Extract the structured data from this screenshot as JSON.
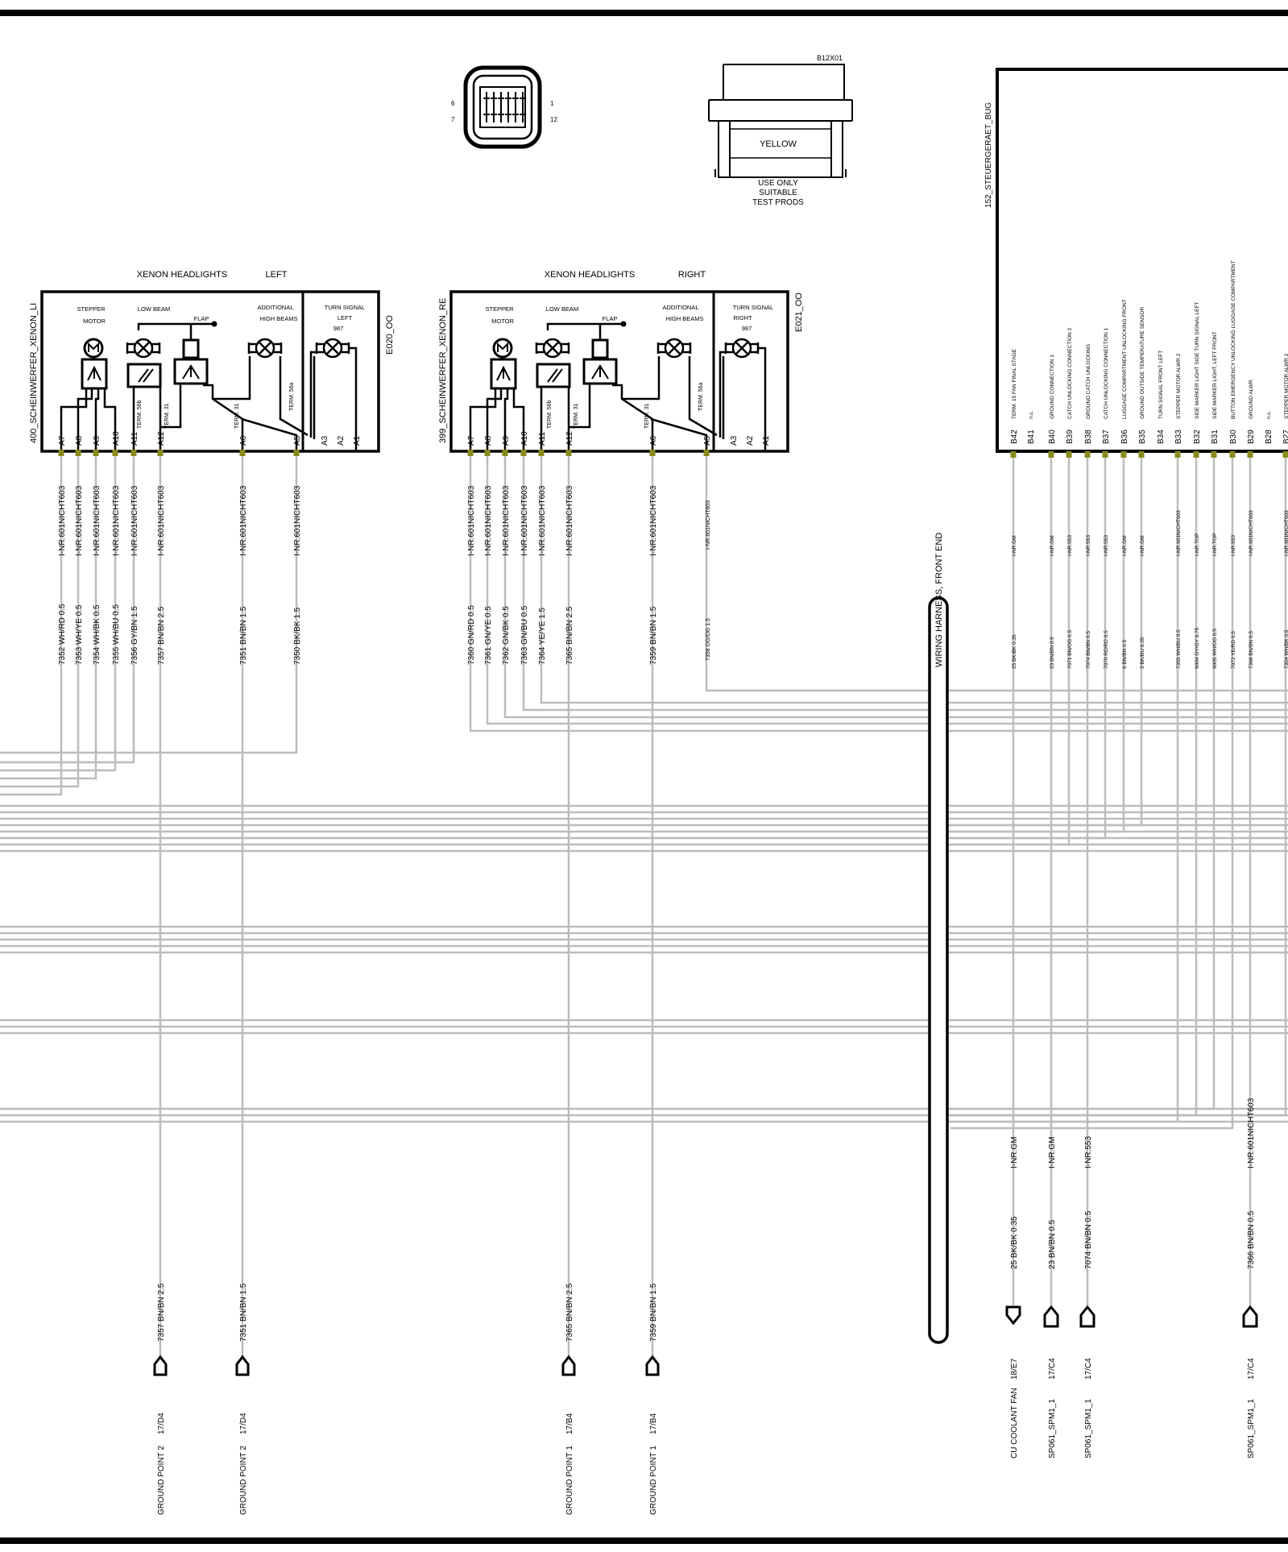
{
  "connector_view": {
    "part": "B12X01",
    "pins_left": [
      "6",
      "7"
    ],
    "pins_right": [
      "1",
      "12"
    ],
    "color": "YELLOW",
    "note": [
      "USE ONLY",
      "SUITABLE",
      "TEST PRODS"
    ]
  },
  "headlight_left": {
    "title": "XENON HEADLIGHTS",
    "side": "LEFT",
    "name": "400_SCHEINWERFER_XENON_LI",
    "code": "E020_OO",
    "labels": [
      "STEPPER",
      "MOTOR",
      "LOW BEAM",
      "FLAP",
      "ADDITIONAL",
      "HIGH BEAMS",
      "TURN SIGNAL",
      "LEFT",
      "987"
    ],
    "terms": [
      "TERM. 56b",
      "TERM. 31",
      "TERM. 31",
      "TERM. 56a"
    ],
    "pins": [
      "A7",
      "A8",
      "A9",
      "A10",
      "A11",
      "A12",
      "A6",
      "A5",
      "A3",
      "A2",
      "A1"
    ],
    "wires": [
      {
        "circuit": "7352 WH/RD 0.5",
        "inr": "I-NR.601NICHT603"
      },
      {
        "circuit": "7353 WH/YE 0.5",
        "inr": "I-NR.601NICHT603"
      },
      {
        "circuit": "7354 WH/BK 0.5",
        "inr": "I-NR.601NICHT603"
      },
      {
        "circuit": "7355 WH/BU 0.5",
        "inr": "I-NR.601NICHT603"
      },
      {
        "circuit": "7356 GY/BN 1.5",
        "inr": "I-NR.601NICHT603"
      },
      {
        "circuit": "7357 BN/BN 2.5",
        "inr": "I-NR.601NICHT603"
      },
      {
        "circuit": "7351 BN/BN 1.5",
        "inr": "I-NR.601NICHT603"
      },
      {
        "circuit": "7350 BK/BK 1.5",
        "inr": "I-NR.601NICHT603"
      }
    ]
  },
  "headlight_right": {
    "title": "XENON HEADLIGHTS",
    "side": "RIGHT",
    "name": "399_SCHEINWERFER_XENON_RE",
    "code": "E021_OO",
    "labels": [
      "STEPPER",
      "MOTOR",
      "LOW BEAM",
      "FLAP",
      "ADDITIONAL",
      "HIGH BEAMS",
      "TURN SIGNAL",
      "RIGHT",
      "987"
    ],
    "terms": [
      "TERM. 56b",
      "TERM. 31",
      "TERM. 31",
      "TERM. 56a"
    ],
    "pins": [
      "A7",
      "A8",
      "A9",
      "A10",
      "A11",
      "A12",
      "A6",
      "A5",
      "A3",
      "A2",
      "A1"
    ],
    "wires": [
      {
        "circuit": "7360 GN/RD 0.5",
        "inr": "I-NR.601NICHT603"
      },
      {
        "circuit": "7361 GN/YE 0.5",
        "inr": "I-NR.601NICHT603"
      },
      {
        "circuit": "7362 GN/BK 0.5",
        "inr": "I-NR.601NICHT603"
      },
      {
        "circuit": "7363 GN/BU 0.5",
        "inr": "I-NR.601NICHT603"
      },
      {
        "circuit": "7364 YE/YE 1.5",
        "inr": "I-NR.601NICHT603"
      },
      {
        "circuit": "7365 BN/BN 2.5",
        "inr": "I-NR.601NICHT603"
      },
      {
        "circuit": "7359 BN/BN 1.5",
        "inr": "I-NR.601NICHT603"
      },
      {
        "circuit": "7358 OG/OG 1.5",
        "inr": "I-NR.601NICHT603"
      }
    ]
  },
  "harness": {
    "label": "WIRING HARNESS, FRONT END"
  },
  "control_unit": {
    "name": "152_STEUERGERAET_BUG",
    "pins": [
      {
        "pin": "B42",
        "func": "TERM. 15   FAN   FINAL STAGE",
        "circuit": "25 BK/BK 0.35",
        "inr": "I-NR.GM"
      },
      {
        "pin": "B41",
        "func": "n.c.",
        "circuit": "",
        "inr": ""
      },
      {
        "pin": "B40",
        "func": "GROUND CONNECTION   1",
        "circuit": "23 BN/BN 0.5",
        "inr": "I-NR.GM"
      },
      {
        "pin": "B39",
        "func": "CATCH   UNLOCKING   CONNECTION   2",
        "circuit": "7071 BN/OG 0.5",
        "inr": "I-NR.553"
      },
      {
        "pin": "B38",
        "func": "GROUND   CATCH   UNLOCKING",
        "circuit": "7074 BN/BN 0.5",
        "inr": "I-NR.553"
      },
      {
        "pin": "B37",
        "func": "CATCH   UNLOCKING   CONNECTION 1",
        "circuit": "7070 RD/RD 0.5",
        "inr": "I-NR.553"
      },
      {
        "pin": "B36",
        "func": "LUGGAGE COMPARTMENT   UNLOCKING   FRONT",
        "circuit": "6 BN/BN 0.5",
        "inr": "I-NR.GM"
      },
      {
        "pin": "B35",
        "func": "GROUND   OUTSIDE TEMPERATURE SENSOR",
        "circuit": "3 BK/BU 0.35",
        "inr": "I-NR.GM"
      },
      {
        "pin": "B34",
        "func": "TURN SIGNAL   FRONT LEFT",
        "circuit": "",
        "inr": ""
      },
      {
        "pin": "B33",
        "func": "STEPPER   MOTOR   ALWR 2",
        "circuit": "7355 WH/BU 0.5",
        "inr": "I-NR.601NICHT603"
      },
      {
        "pin": "B32",
        "func": "SIDE MARKER   LIGHT   SIDE TURN SIGNAL   LEFT",
        "circuit": "9004 GY/GY 0.75",
        "inr": "I-NR.TOP"
      },
      {
        "pin": "B31",
        "func": "SIDE MARKER LIGHT, LEFT   FRONT",
        "circuit": "9005 WH/OG 0.5",
        "inr": "I-NR.TOP"
      },
      {
        "pin": "B30",
        "func": "BUTTON   EMERGENCY   UNLOCKING   LUGGAGE COMPARTMENT",
        "circuit": "7072 YE/RD 0.5",
        "inr": "I-NR.553"
      },
      {
        "pin": "B29",
        "func": "GROUND   ALWR",
        "circuit": "7366 BN/BN 0.5",
        "inr": "I-NR.601NICHT603"
      },
      {
        "pin": "B28",
        "func": "n.c.",
        "circuit": "",
        "inr": ""
      },
      {
        "pin": "B27",
        "func": "STEPPER     MOTOR     ALWR 2",
        "circuit": "7354 WH/BK 0.5",
        "inr": "I-NR.601NICHT603"
      }
    ]
  },
  "bottom_refs": [
    {
      "circuit": "7357 BN/BN 2.5",
      "inr": "",
      "ref": "17/D4",
      "dest": "GROUND POINT 2"
    },
    {
      "circuit": "7351 BN/BN 1.5",
      "inr": "",
      "ref": "17/D4",
      "dest": "GROUND POINT 2"
    },
    {
      "circuit": "7365 BN/BN 2.5",
      "inr": "",
      "ref": "17/B4",
      "dest": "GROUND POINT 1"
    },
    {
      "circuit": "7359 BN/BN 1.5",
      "inr": "",
      "ref": "17/B4",
      "dest": "GROUND POINT 1"
    },
    {
      "circuit": "25 BK/BK 0.35",
      "inr": "I-NR.GM",
      "ref": "18/E7",
      "dest": "CU COOLANT FAN"
    },
    {
      "circuit": "23 BN/BN 0.5",
      "inr": "I-NR.GM",
      "ref": "17/C4",
      "dest": "SP061_SPM1_1"
    },
    {
      "circuit": "7074 BN/BN 0.5",
      "inr": "I-NR.553",
      "ref": "17/C4",
      "dest": "SP061_SPM1_1"
    },
    {
      "circuit": "7366 BN/BN 0.5",
      "inr": "I-NR.601NICHT603",
      "ref": "17/C4",
      "dest": "SP061_SPM1_1"
    }
  ]
}
